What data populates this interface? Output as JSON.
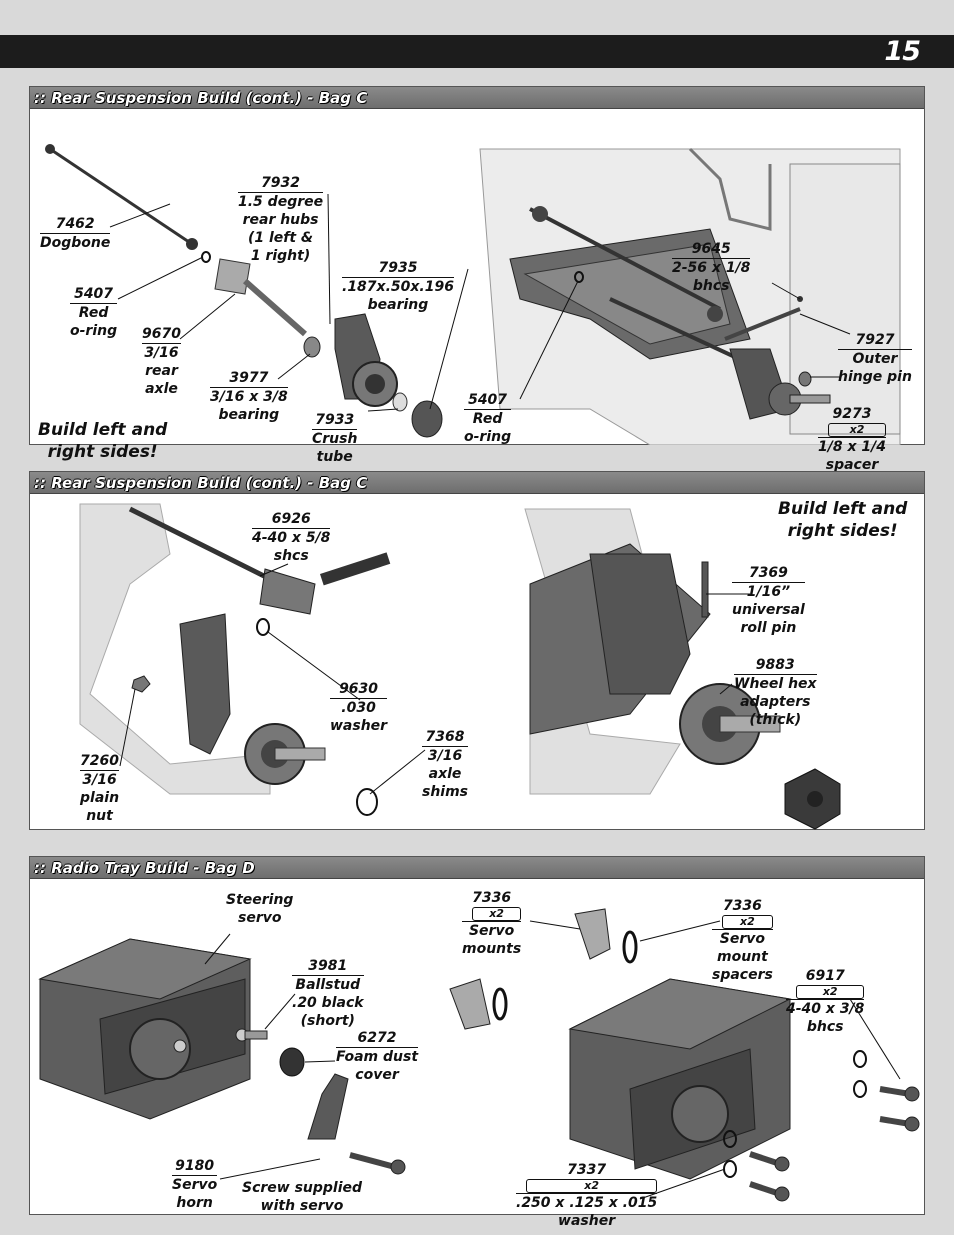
{
  "page": {
    "number": "15"
  },
  "sections": [
    {
      "title": ":: Rear Suspension Build (cont.) - Bag C",
      "note": [
        "Build left and",
        "right sides!"
      ],
      "labels": [
        {
          "num": "7462",
          "lines": [
            "Dogbone"
          ]
        },
        {
          "num": "5407",
          "lines": [
            "Red",
            "o-ring"
          ]
        },
        {
          "num": "9670",
          "lines": [
            "3/16",
            "rear",
            "axle"
          ]
        },
        {
          "num": "7932",
          "lines": [
            "1.5 degree",
            "rear hubs",
            "(1 left &",
            "1 right)"
          ]
        },
        {
          "num": "3977",
          "lines": [
            "3/16 x 3/8",
            "bearing"
          ]
        },
        {
          "num": "7935",
          "lines": [
            ".187x.50x.196",
            "bearing"
          ]
        },
        {
          "num": "7933",
          "lines": [
            "Crush",
            "tube"
          ]
        },
        {
          "num": "5407",
          "lines": [
            "Red",
            "o-ring"
          ]
        },
        {
          "num": "9645",
          "lines": [
            "2-56 x 1/8",
            "bhcs"
          ]
        },
        {
          "num": "7927",
          "lines": [
            "Outer",
            "hinge pin"
          ]
        },
        {
          "num": "9273",
          "qty": "x2",
          "lines": [
            "1/8 x 1/4",
            "spacer"
          ]
        }
      ]
    },
    {
      "title": ":: Rear Suspension Build (cont.) - Bag C",
      "note": [
        "Build left and",
        "right sides!"
      ],
      "labels": [
        {
          "num": "6926",
          "lines": [
            "4-40 x 5/8",
            "shcs"
          ]
        },
        {
          "num": "9630",
          "lines": [
            ".030",
            "washer"
          ]
        },
        {
          "num": "7368",
          "lines": [
            "3/16",
            "axle",
            "shims"
          ]
        },
        {
          "num": "7260",
          "lines": [
            "3/16",
            "plain",
            "nut"
          ]
        },
        {
          "num": "7369",
          "lines": [
            "1/16”",
            "universal",
            "roll pin"
          ]
        },
        {
          "num": "9883",
          "lines": [
            "Wheel hex",
            "adapters",
            "(thick)"
          ]
        }
      ]
    },
    {
      "title": ":: Radio Tray Build - Bag D",
      "labels": [
        {
          "num": "",
          "lines": [
            "Steering",
            "servo"
          ]
        },
        {
          "num": "3981",
          "lines": [
            "Ballstud",
            ".20 black",
            "(short)"
          ]
        },
        {
          "num": "6272",
          "lines": [
            "Foam dust",
            "cover"
          ]
        },
        {
          "num": "9180",
          "lines": [
            "Servo",
            "horn"
          ]
        },
        {
          "num": "",
          "lines": [
            "Screw supplied",
            "with servo"
          ]
        },
        {
          "num": "7336",
          "qty": "x2",
          "lines": [
            "Servo",
            "mounts"
          ]
        },
        {
          "num": "7336",
          "qty": "x2",
          "lines": [
            "Servo",
            "mount",
            "spacers"
          ]
        },
        {
          "num": "6917",
          "qty": "x2",
          "lines": [
            "4-40 x 3/8",
            "bhcs"
          ]
        },
        {
          "num": "7337",
          "qty": "x2",
          "lines": [
            ".250 x .125 x .015",
            "washer"
          ]
        }
      ]
    }
  ]
}
